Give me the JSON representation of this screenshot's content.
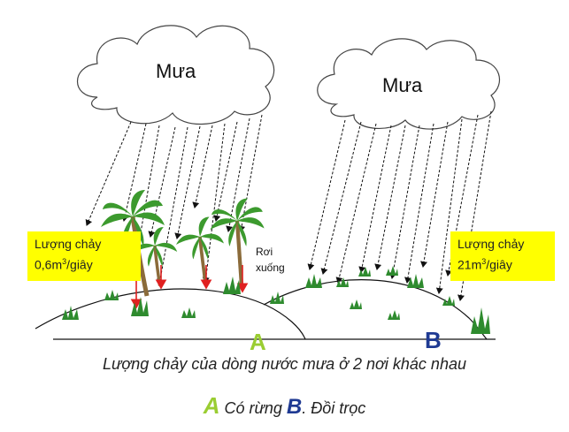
{
  "cloud_a": {
    "label": "Mưa"
  },
  "cloud_b": {
    "label": "Mưa"
  },
  "box_a": {
    "title": "Lượng chảy",
    "value": "0,6m",
    "sup": "3",
    "unit": "/giây"
  },
  "box_b": {
    "title": "Lượng chảy",
    "value": "21m",
    "sup": "3",
    "unit": "/giây"
  },
  "fall_note": {
    "line1": "Rơi",
    "line2": "xuống"
  },
  "letters": {
    "a": "A",
    "b": "B"
  },
  "caption": "Lượng chảy của dòng nước mưa ở 2 nơi khác nhau",
  "legend": {
    "a_letter": "A",
    "a_text": " Có rừng ",
    "b_letter": "B",
    "b_text": ". Đồi trọc"
  },
  "colors": {
    "highlight": "#ffff00",
    "letter_a": "#9acd32",
    "letter_b": "#1f3a93",
    "runoff_arrow": "#e02020",
    "vegetation": "#2e8b2e"
  }
}
